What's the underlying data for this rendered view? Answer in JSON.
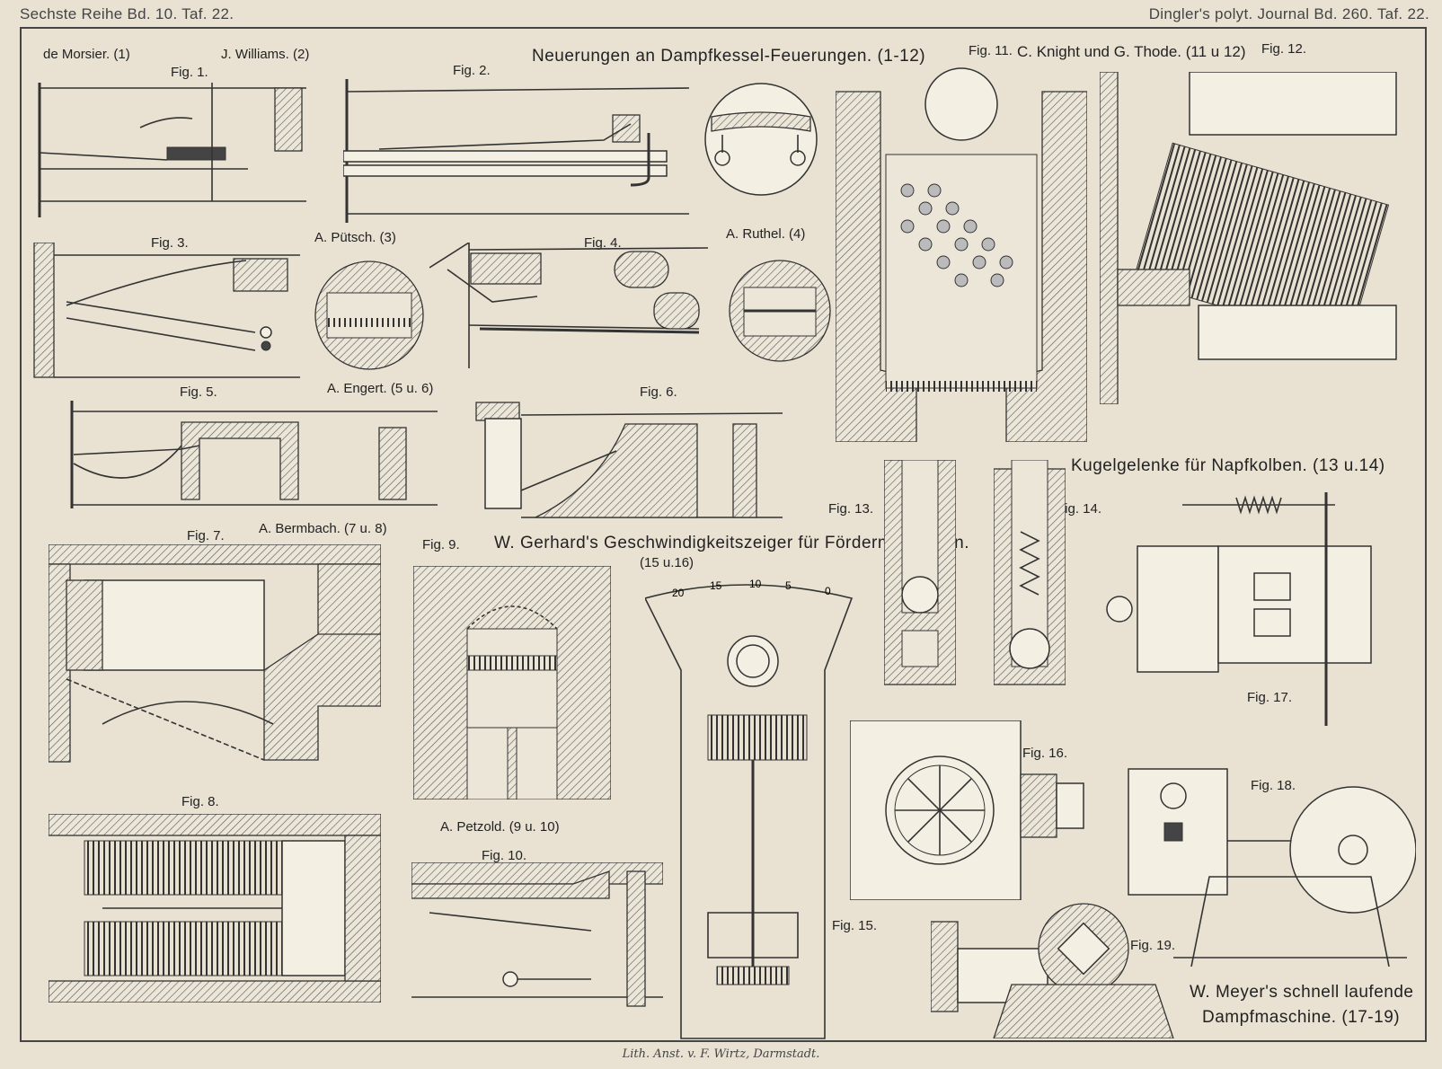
{
  "header": {
    "left": "Sechste Reihe Bd. 10. Taf. 22.",
    "right": "Dingler's polyt. Journal Bd. 260. Taf. 22."
  },
  "titles": {
    "main": "Neuerungen an Dampfkessel-Feuerungen. (1-12)",
    "knight": "C. Knight und G. Thode. (11 u 12)",
    "kugel": "Kugelgelenke für Napfkolben. (13 u.14)",
    "gerhard": "W. Gerhard's Geschwindigkeitszeiger für Fördermaschinen.",
    "gerhard_ref": "(15 u.16)",
    "meyer_line1": "W. Meyer's schnell laufende",
    "meyer_line2": "Dampfmaschine. (17-19)"
  },
  "authors": {
    "morsier": "de Morsier. (1)",
    "williams": "J. Williams. (2)",
    "putsch": "A. Pütsch. (3)",
    "ruthel": "A. Ruthel. (4)",
    "engert": "A. Engert. (5 u. 6)",
    "bermbach": "A. Bermbach. (7 u. 8)",
    "petzold": "A. Petzold. (9 u. 10)"
  },
  "figures": {
    "f1": "Fig. 1.",
    "f2": "Fig. 2.",
    "f3": "Fig. 3.",
    "f4": "Fig. 4.",
    "f5": "Fig. 5.",
    "f6": "Fig. 6.",
    "f7": "Fig. 7.",
    "f8": "Fig. 8.",
    "f9": "Fig. 9.",
    "f10": "Fig. 10.",
    "f11": "Fig. 11.",
    "f12": "Fig. 12.",
    "f13": "Fig. 13.",
    "f14": "Fig. 14.",
    "f15": "Fig. 15.",
    "f16": "Fig. 16.",
    "f17": "Fig. 17.",
    "f18": "Fig. 18.",
    "f19": "Fig. 19."
  },
  "footer": "Lith. Anst. v. F. Wirtz, Darmstadt."
}
